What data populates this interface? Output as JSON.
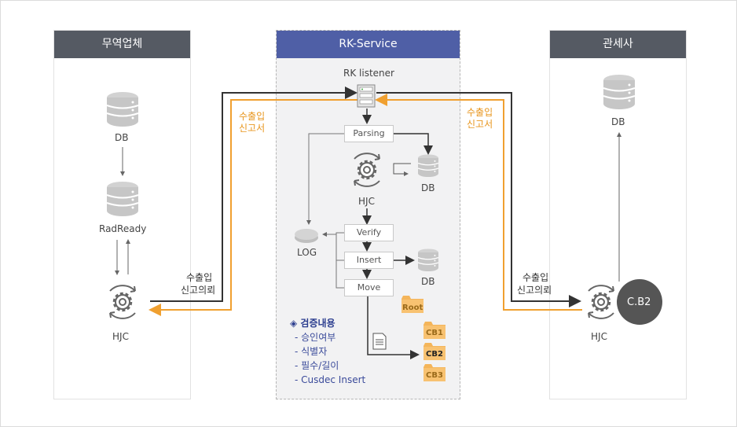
{
  "panels": {
    "left": {
      "title": "무역업체",
      "head_color": "#555a63"
    },
    "center": {
      "title": "RK-Service",
      "head_color": "#4f5fa6"
    },
    "right": {
      "title": "관세사",
      "head_color": "#555a63"
    }
  },
  "left": {
    "db_label": "DB",
    "radready_label": "RadReady",
    "hjc_label": "HJC"
  },
  "center": {
    "listener_label": "RK listener",
    "parsing_label": "Parsing",
    "db_top_label": "DB",
    "hjc_label": "HJC",
    "log_label": "LOG",
    "verify_label": "Verify",
    "insert_label": "Insert",
    "db_insert_label": "DB",
    "move_label": "Move",
    "folders": [
      "Root",
      "CB1",
      "CB2",
      "CB3"
    ],
    "check": {
      "title": "◈ 검증내용",
      "items": [
        "- 승인여부",
        "- 식별자",
        "- 필수/길이",
        "- Cusdec Insert"
      ]
    }
  },
  "right": {
    "db_label": "DB",
    "hjc_label": "HJC",
    "cb2_label": "C.B2"
  },
  "flows": {
    "left_orange_1": "수출입",
    "left_orange_2": "신고서",
    "left_dark_1": "수출입",
    "left_dark_2": "신고의뢰",
    "right_orange_1": "수출입",
    "right_orange_2": "신고서",
    "right_dark_1": "수출입",
    "right_dark_2": "신고의뢰"
  },
  "colors": {
    "orange": "#f0a030",
    "dark_line": "#333333",
    "db_gray": "#c9c9c9"
  }
}
